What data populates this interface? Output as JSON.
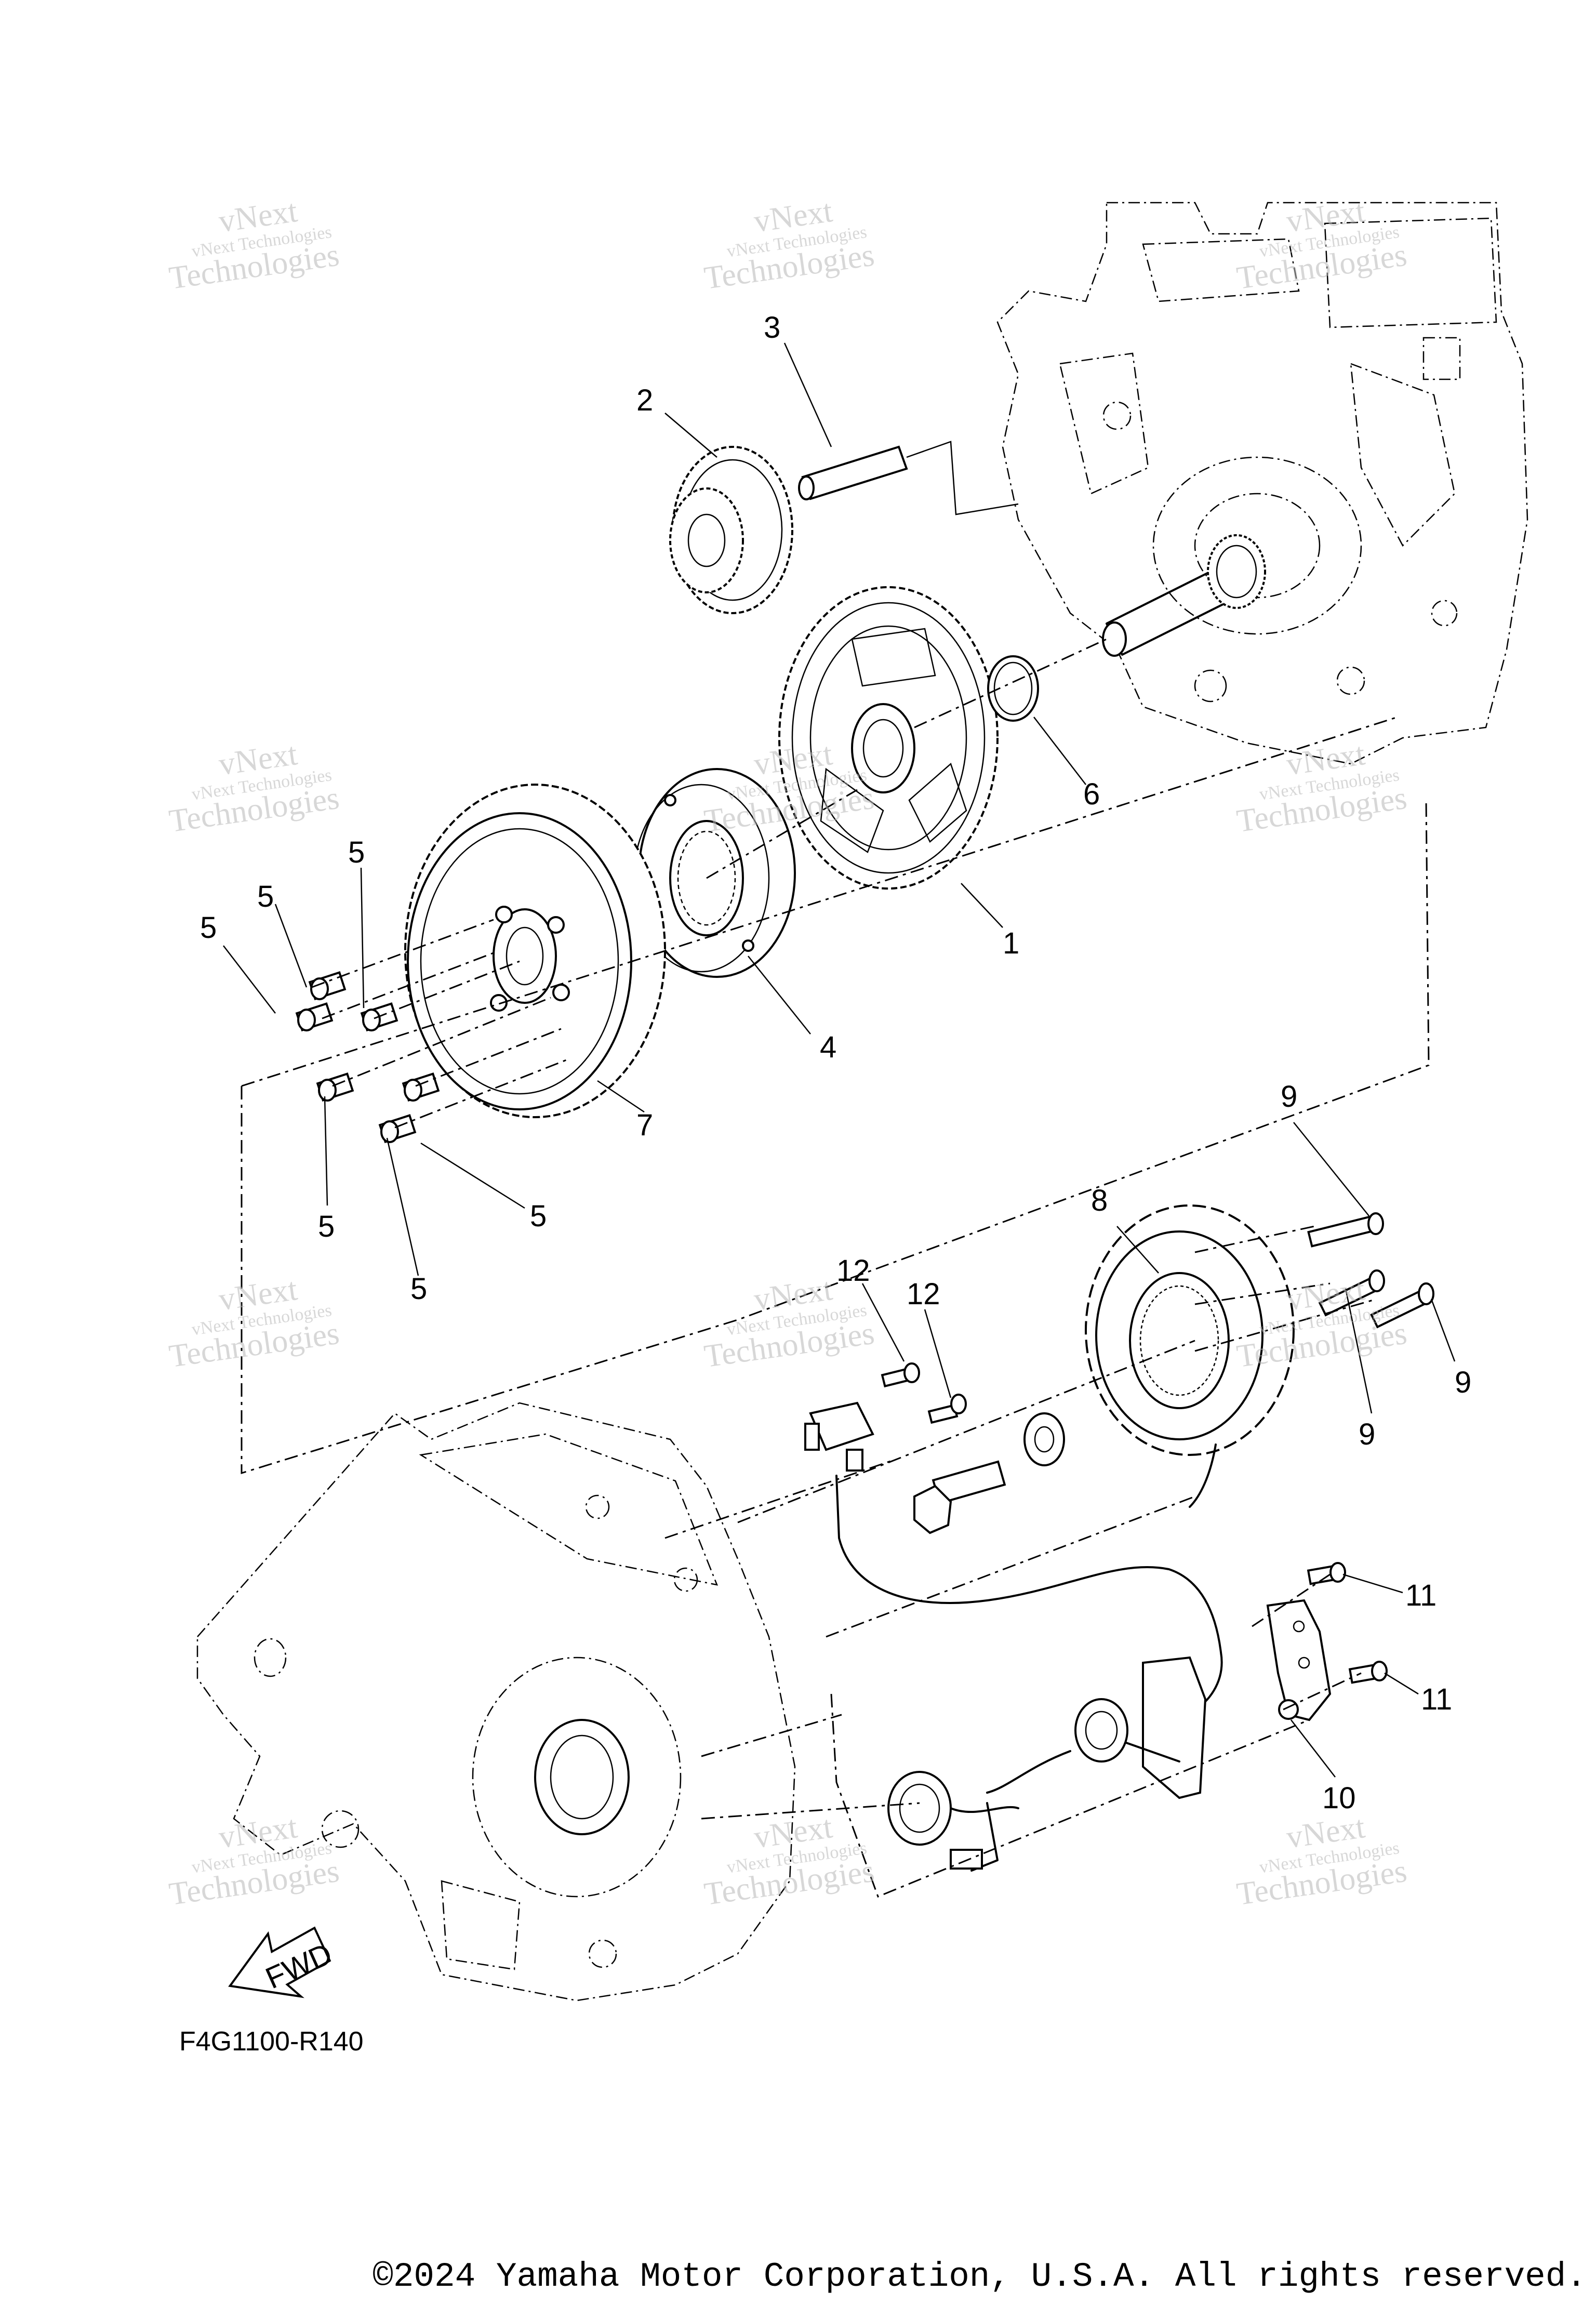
{
  "diagram": {
    "figure_code": "F4G1100-R140",
    "fwd_label": "FWD",
    "copyright": "©2024 Yamaha Motor Corporation, U.S.A. All rights reserved.",
    "callouts": {
      "c1": "1",
      "c2": "2",
      "c3": "3",
      "c4": "4",
      "c6": "6",
      "c7": "7",
      "c8": "8",
      "c5a": "5",
      "c5b": "5",
      "c5c": "5",
      "c5d": "5",
      "c5e": "5",
      "c5f": "5",
      "c9a": "9",
      "c9b": "9",
      "c9c": "9",
      "c10": "10",
      "c11a": "11",
      "c11b": "11",
      "c12a": "12",
      "c12b": "12"
    },
    "watermark": {
      "line1": "vNext",
      "line2": "vNext Technologies",
      "line3": "Technologies"
    }
  }
}
